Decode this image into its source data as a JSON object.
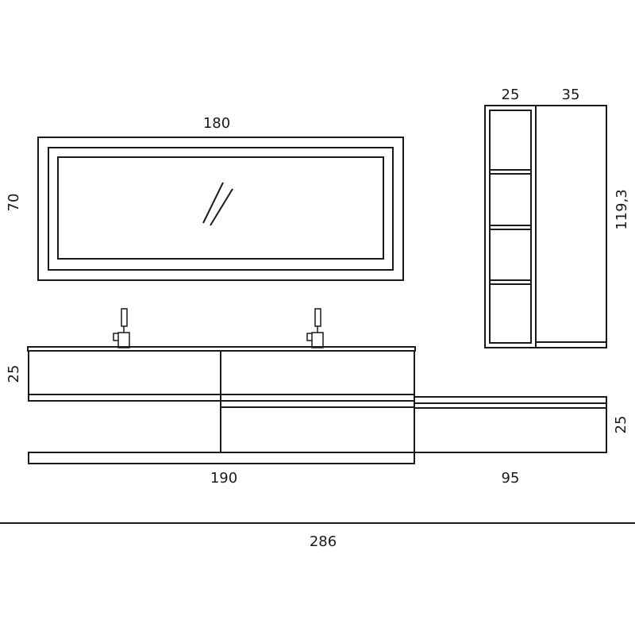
{
  "dimensions": {
    "mirror_width": "180",
    "mirror_height": "70",
    "column_shelf_width": "25",
    "column_cabinet_width": "35",
    "column_height": "119,3",
    "vanity_height": "25",
    "vanity_width": "190",
    "side_unit_width": "95",
    "side_unit_height": "25",
    "total_width": "286"
  },
  "colors": {
    "line": "#1a1a1a",
    "background": "#ffffff"
  }
}
